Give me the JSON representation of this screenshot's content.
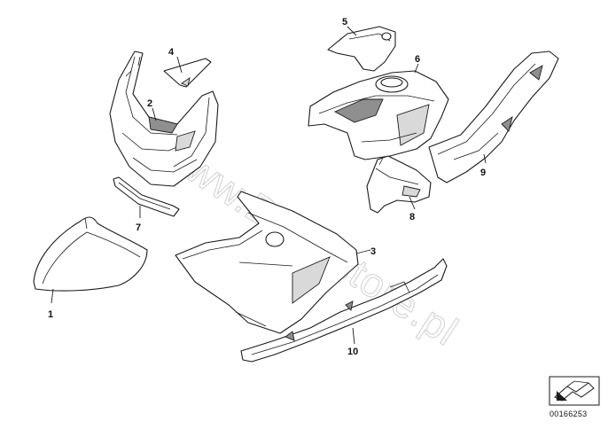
{
  "watermark": "www.BMWstore.pl",
  "callouts": [
    {
      "id": "1",
      "label": "1"
    },
    {
      "id": "2",
      "label": "2"
    },
    {
      "id": "3",
      "label": "3"
    },
    {
      "id": "4",
      "label": "4"
    },
    {
      "id": "5",
      "label": "5"
    },
    {
      "id": "6",
      "label": "6"
    },
    {
      "id": "7",
      "label": "7"
    },
    {
      "id": "8",
      "label": "8"
    },
    {
      "id": "9",
      "label": "9"
    },
    {
      "id": "10",
      "label": "10"
    }
  ],
  "document_number": "00166253",
  "icons": {
    "corner_symbol": "arrow-symbol-icon"
  }
}
